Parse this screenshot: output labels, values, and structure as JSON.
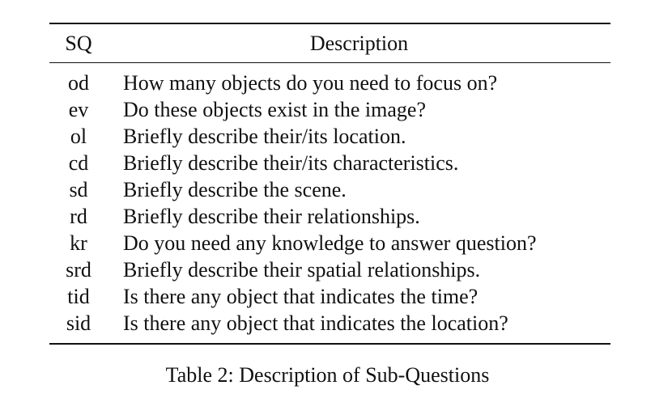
{
  "table": {
    "headers": {
      "sq": "SQ",
      "description": "Description"
    },
    "rows": [
      {
        "sq": "od",
        "description": "How many objects do you need to focus on?"
      },
      {
        "sq": "ev",
        "description": "Do these objects exist in the image?"
      },
      {
        "sq": "ol",
        "description": "Briefly describe their/its location."
      },
      {
        "sq": "cd",
        "description": "Briefly describe their/its characteristics."
      },
      {
        "sq": "sd",
        "description": "Briefly describe the scene."
      },
      {
        "sq": "rd",
        "description": "Briefly describe their relationships."
      },
      {
        "sq": "kr",
        "description": "Do you need any knowledge to answer question?"
      },
      {
        "sq": "srd",
        "description": "Briefly describe their spatial relationships."
      },
      {
        "sq": "tid",
        "description": "Is there any object that indicates the time?"
      },
      {
        "sq": "sid",
        "description": "Is there any object that indicates the location?"
      }
    ]
  },
  "caption": "Table 2: Description of Sub-Questions"
}
